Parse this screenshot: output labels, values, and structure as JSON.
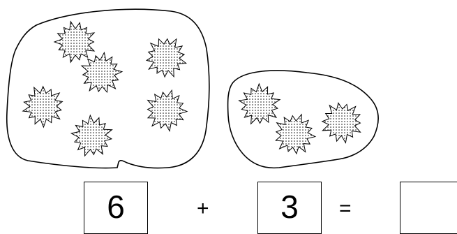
{
  "groups": [
    {
      "item_icon": "dotted-star-burst",
      "count": 6
    },
    {
      "item_icon": "dotted-star-burst",
      "count": 3
    }
  ],
  "equation": {
    "addend1": "6",
    "plus": "+",
    "addend2": "3",
    "equals": "=",
    "answer": ""
  },
  "colors": {
    "outline": "#000000",
    "fill": "#ffffff",
    "dots": "#000000"
  }
}
